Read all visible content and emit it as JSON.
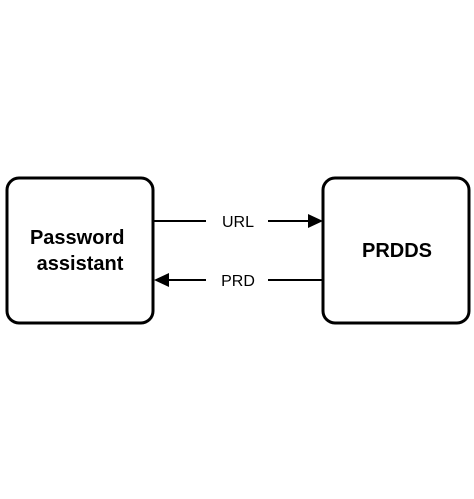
{
  "nodes": {
    "left": {
      "label_line1": "Password",
      "label_line2": "assistant"
    },
    "right": {
      "label": "PRDDS"
    }
  },
  "edges": {
    "top": {
      "label": "URL",
      "direction": "left-to-right"
    },
    "bottom": {
      "label": "PRD",
      "direction": "right-to-left"
    }
  },
  "colors": {
    "stroke": "#000000",
    "fill": "#ffffff"
  }
}
